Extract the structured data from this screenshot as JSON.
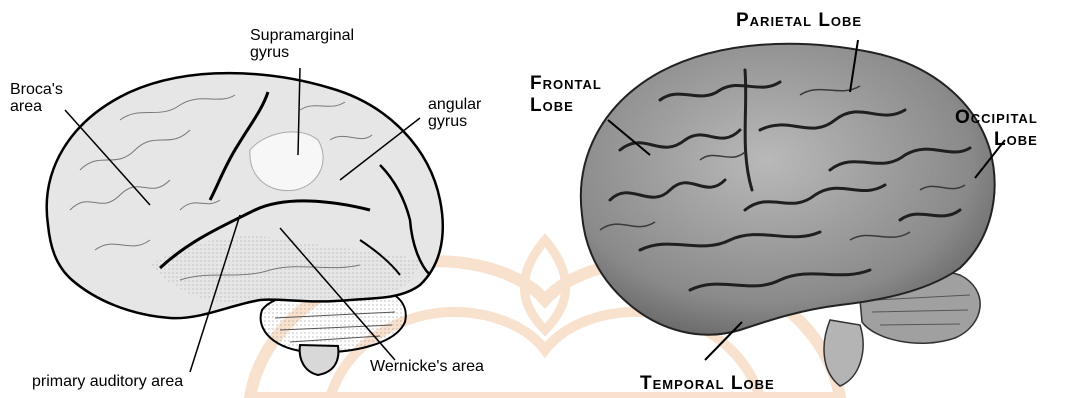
{
  "left_diagram": {
    "labels": {
      "supramarginal": "Supramarginal\ngyrus",
      "broca": "Broca's\narea",
      "angular": "angular\ngyrus",
      "primary_auditory": "primary auditory area",
      "wernicke": "Wernicke's area"
    }
  },
  "right_diagram": {
    "labels": {
      "parietal": "Parietal Lobe",
      "frontal": "Frontal\nLobe",
      "occipital": "Occipital\nLobe",
      "temporal": "Temporal Lobe"
    }
  },
  "colors": {
    "watermark": "#f3c9a6",
    "left_brain_fill": "#e6e6e6",
    "right_brain_fill": "#8d8d8d"
  }
}
